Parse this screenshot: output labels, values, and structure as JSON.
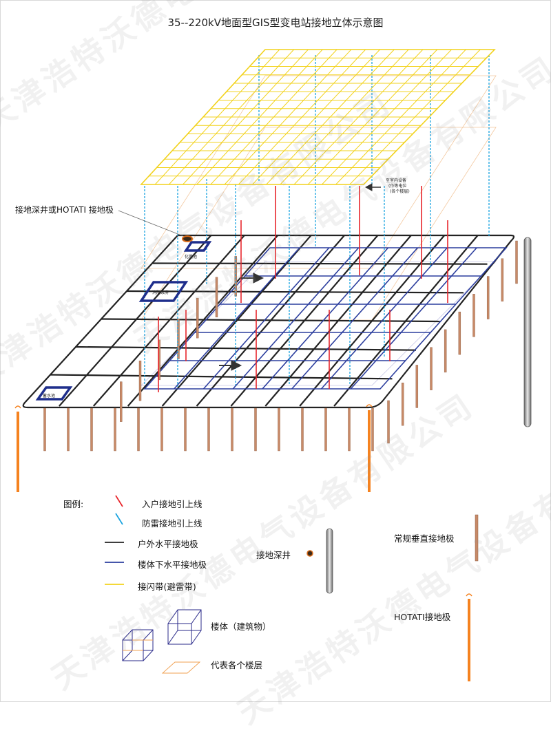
{
  "title": "35--220kV地面型GIS型变电站接地立体示意图",
  "callouts": {
    "deep_well": "接地深井或HOTATI 接地极",
    "indoor_equipment": [
      "至室内设备",
      "(作等电位",
      "(各个楼层)"
    ]
  },
  "room_labels": {
    "septic_tank": "化粪池",
    "fire_pump_room": "消防泵房",
    "corner_pit": "蓄水池"
  },
  "legend": {
    "heading": "图例:",
    "items": {
      "incoming": "入户接地引上线",
      "lightning": "防雷接地引上线",
      "outdoor": "户外水平接地极",
      "under_building": "楼体下水平接地极",
      "air_terminal": "接闪带(避雷带)",
      "deep_well": "接地深井",
      "vertical": "常规垂直接地极",
      "hotati": "HOTATI接地极",
      "building": "楼体（建筑物）",
      "floors": "代表各个楼层"
    }
  },
  "colors": {
    "incoming": "#e8252b",
    "lightning": "#1aa3e0",
    "outdoor": "#222222",
    "under_building": "#2c3e9e",
    "air_terminal": "#f2d21b",
    "rod": "#c88a68",
    "hotati": "#f5821f",
    "building": "#2a2a8a",
    "floor": "#f0a050"
  },
  "watermark": "天津浩特沃德电气设备有限公司"
}
